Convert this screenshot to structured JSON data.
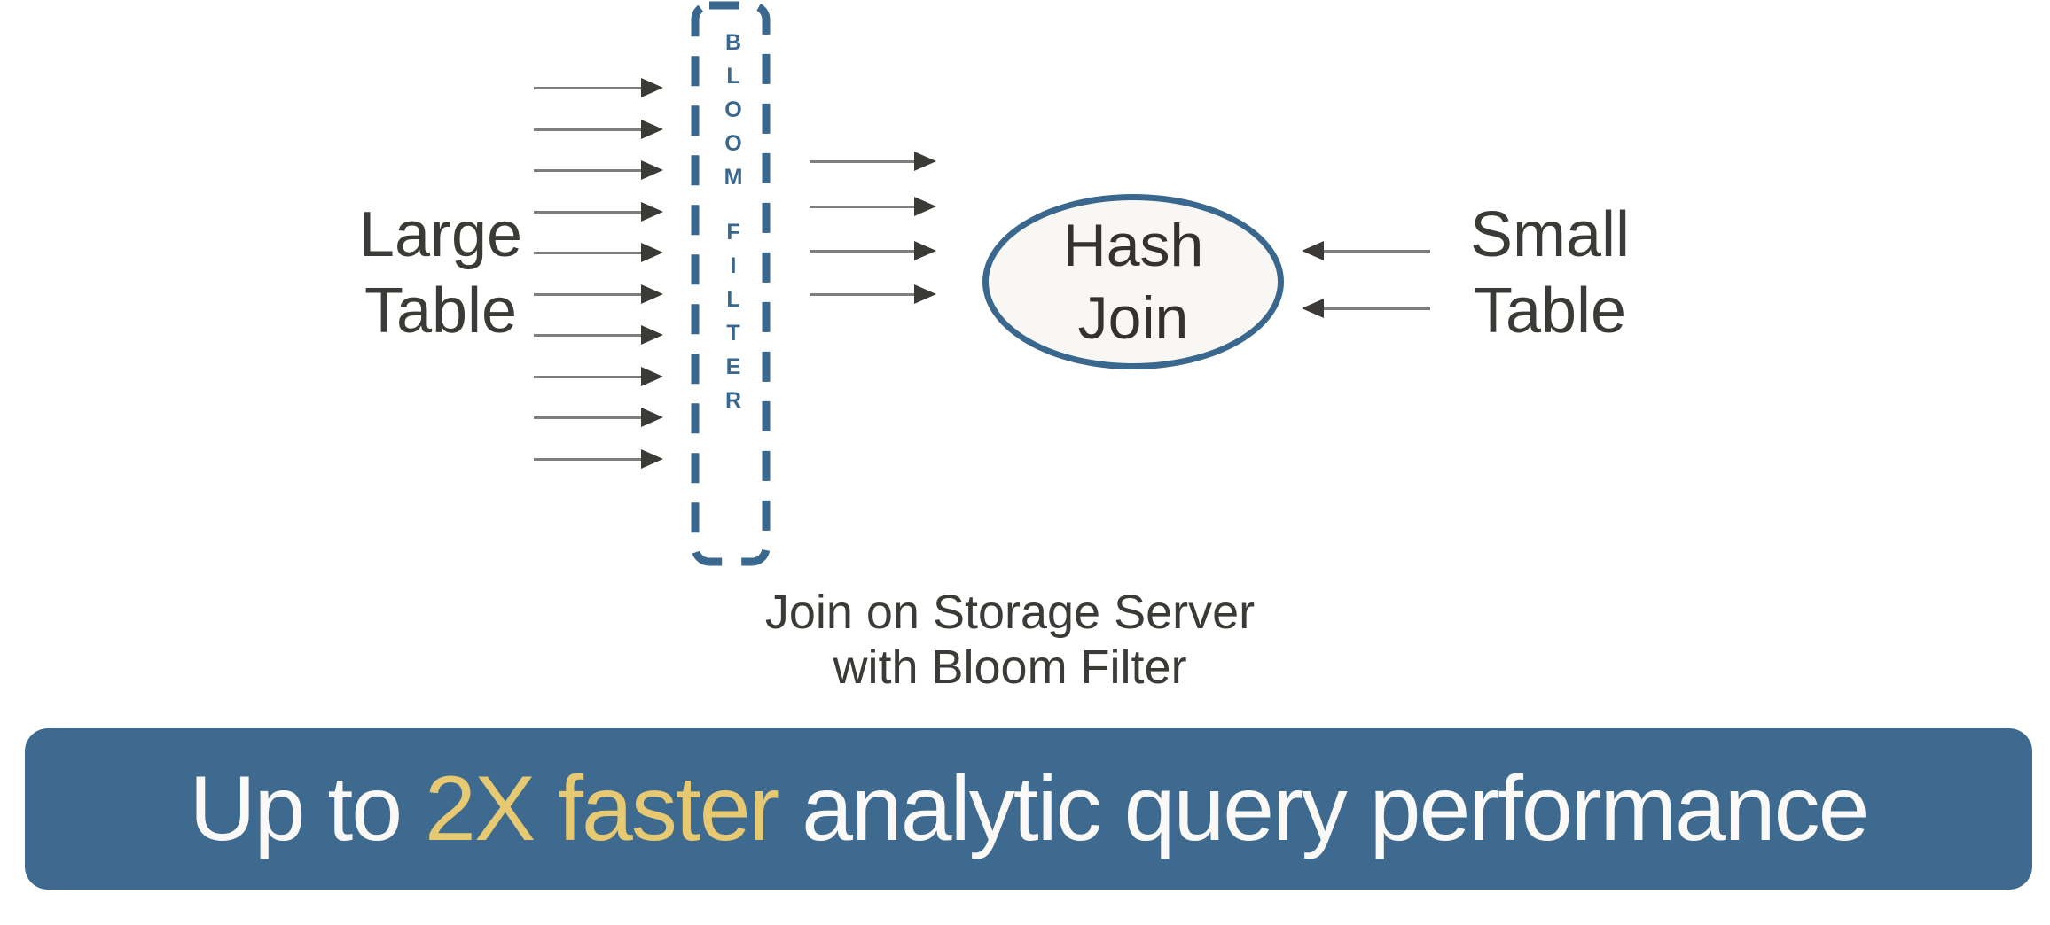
{
  "diagram": {
    "large_table": {
      "line1": "Large",
      "line2": "Table"
    },
    "small_table": {
      "line1": "Small",
      "line2": "Table"
    },
    "bloom_filter_box": {
      "word_top": "BLOOM",
      "word_bottom": "FILTER"
    },
    "hash_join_node": {
      "line1": "Hash",
      "line2": "Join"
    },
    "caption": {
      "line1": "Join on Storage Server",
      "line2": "with Bloom Filter"
    },
    "icons": {
      "left_arrows": {
        "name": "arrow-right-icon",
        "count": 10
      },
      "middle_arrows": {
        "name": "arrow-right-icon",
        "count": 4
      },
      "right_arrows": {
        "name": "arrow-left-icon",
        "count": 2
      }
    }
  },
  "banner": {
    "text_prefix": "Up to ",
    "text_highlight": "2X faster",
    "text_suffix": " analytic query performance"
  },
  "colors": {
    "accent_blue": "#3A678D",
    "banner_blue": "#3E6A8F",
    "highlight_gold": "#E7C972",
    "text_dark": "#3B3A36",
    "arrow_shaft_gray": "#7E7E7E",
    "arrow_head_dark": "#3B3A36",
    "ellipse_fill": "#F8F7F4",
    "background": "#FFFFFF"
  }
}
